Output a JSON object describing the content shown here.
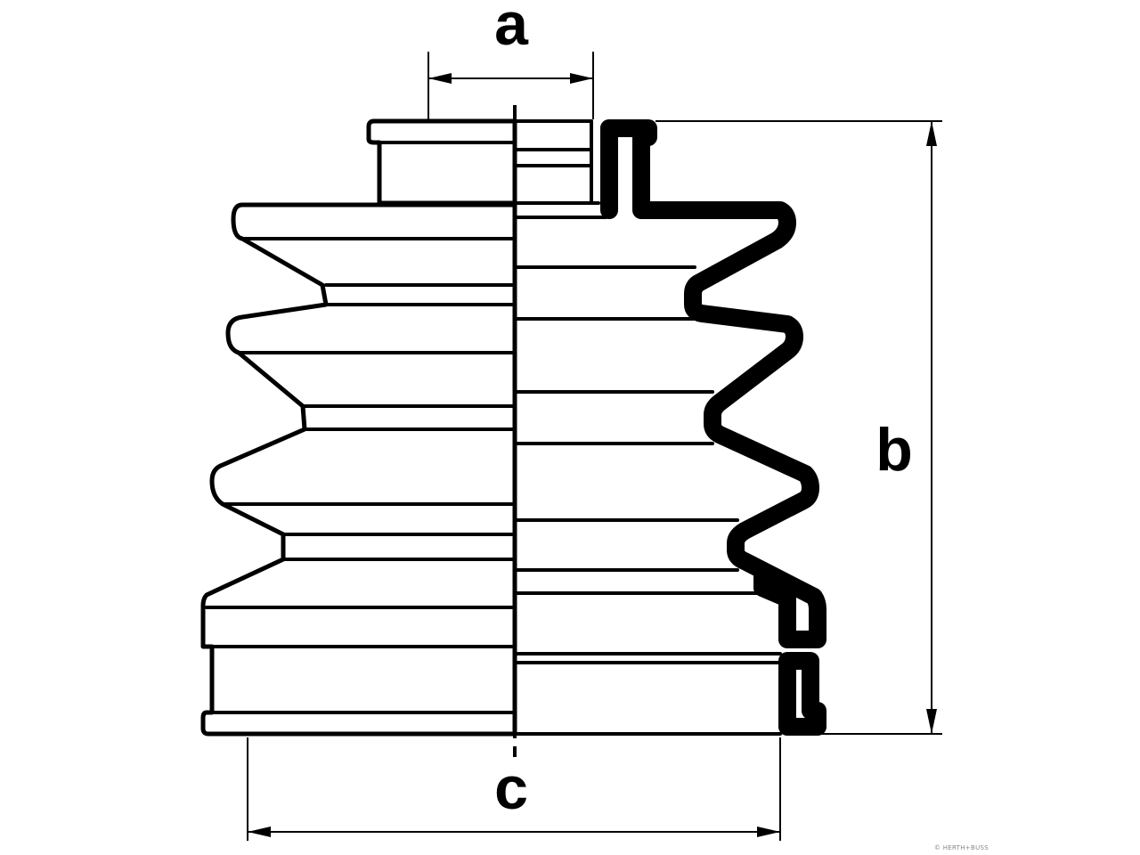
{
  "diagram": {
    "labels": {
      "a": "a",
      "b": "b",
      "c": "c"
    },
    "watermark": "© HERTH+BUSS",
    "colors": {
      "line": "#000000",
      "background": "#ffffff"
    }
  }
}
